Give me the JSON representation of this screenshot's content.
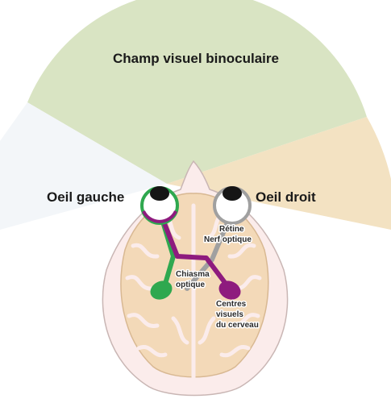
{
  "labels": {
    "binocular_field": "Champ visuel binoculaire",
    "left_eye": "Oeil gauche",
    "right_eye": "Oeil droit",
    "retina": "Rétine",
    "optic_nerve": "Nerf optique",
    "chiasma_line1": "Chiasma",
    "chiasma_line2": "optique",
    "centres_line1": "Centres",
    "centres_line2": "visuels",
    "centres_line3": "du cerveau"
  },
  "colors": {
    "binocular_field": "#d9e4c3",
    "left_field": "#f3f6f9",
    "right_field": "#f3e2c2",
    "left_pathway": "#2fa84f",
    "crossed_pathway": "#8e1b7e",
    "right_pathway": "#a0a0a0",
    "brain_fill": "#f3d9b8",
    "head_fill": "#fbeceb"
  }
}
